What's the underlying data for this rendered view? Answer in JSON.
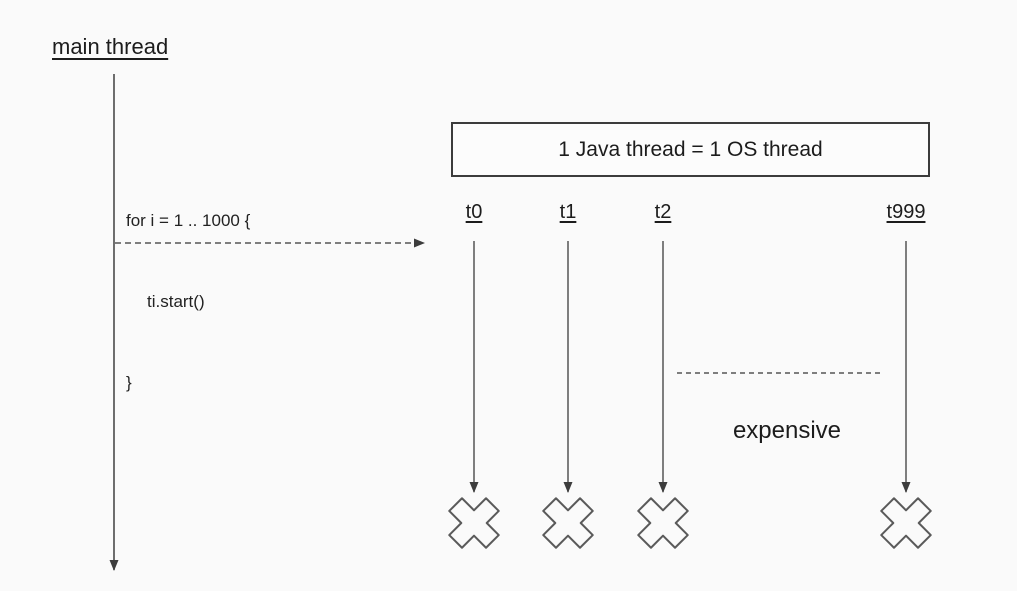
{
  "diagram": {
    "background_color": "#fafafa",
    "line_color": "#4a4a4a",
    "text_color": "#1c1c1c",
    "main_thread": {
      "label": "main thread",
      "code": {
        "line1": "for i = 1 .. 1000 {",
        "line2": "ti.start()",
        "line3": "}"
      }
    },
    "banner": {
      "label": "1 Java thread = 1 OS thread"
    },
    "threads": {
      "items": [
        {
          "label": "t0"
        },
        {
          "label": "t1"
        },
        {
          "label": "t2"
        },
        {
          "label": "t999"
        }
      ]
    },
    "annotation": {
      "label": "expensive"
    },
    "icons": {
      "thread_end": "x-cross-icon",
      "lifeline": "down-arrow-icon",
      "spawn": "dashed-right-arrow-icon"
    }
  }
}
